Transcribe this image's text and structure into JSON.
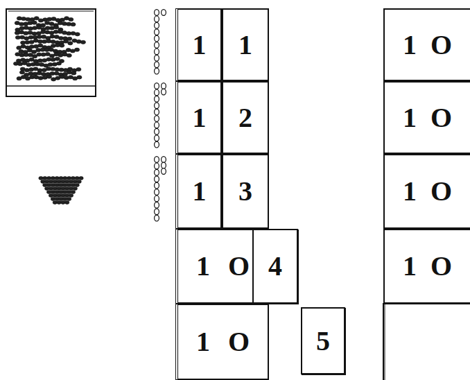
{
  "diagram": {
    "nodes": [
      {
        "text": [
          "1"
        ]
      },
      {
        "text": [
          "1"
        ]
      },
      {
        "text": [
          "1",
          "O"
        ]
      },
      {
        "text": [
          "1"
        ]
      },
      {
        "text": [
          "2"
        ]
      },
      {
        "text": [
          "1",
          "O"
        ]
      },
      {
        "text": [
          "1"
        ]
      },
      {
        "text": [
          "3"
        ]
      },
      {
        "text": [
          "1",
          "O"
        ]
      },
      {
        "text": [
          "1",
          "O"
        ]
      },
      {
        "text": [
          "4"
        ]
      },
      {
        "text": [
          "1",
          "O"
        ]
      },
      {
        "text": [
          "1",
          "O"
        ]
      },
      {
        "text": [
          "5"
        ]
      }
    ]
  }
}
